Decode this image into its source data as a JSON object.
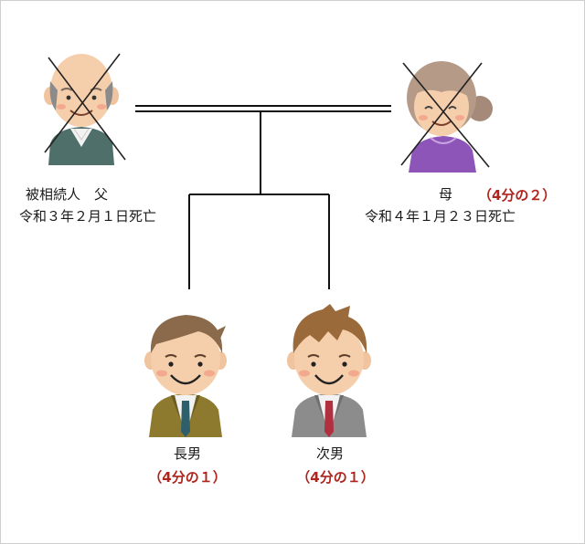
{
  "father": {
    "role": "被相続人　父",
    "death": "令和３年２月１日死亡",
    "icon": "elderly-man-icon"
  },
  "mother": {
    "role": "母",
    "share": "（4分の２）",
    "death": "令和４年１月２３日死亡",
    "icon": "elderly-woman-icon"
  },
  "eldest_son": {
    "role": "長男",
    "share": "（4分の１）",
    "icon": "man-icon"
  },
  "second_son": {
    "role": "次男",
    "share": "（4分の１）",
    "icon": "man-icon"
  },
  "colors": {
    "share_text": "#b0241e",
    "line": "#111111",
    "deceased_mark": "#222222"
  }
}
